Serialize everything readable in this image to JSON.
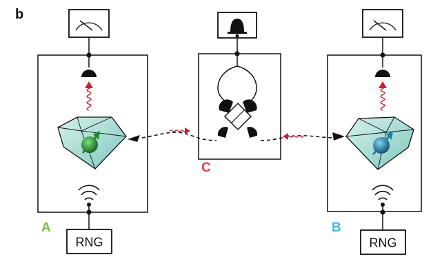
{
  "panel_label": "b",
  "nodes": {
    "a": {
      "label": "A",
      "color": "#7bc142"
    },
    "b": {
      "label": "B",
      "color": "#4ab4e6"
    },
    "c": {
      "label": "C",
      "color": "#e8393a"
    }
  },
  "rng_label": "RNG",
  "colors": {
    "stroke": "#111111",
    "photon": "#c8202f",
    "crystal_fill": "#a9ddd6",
    "spin_a": "#1f8a32",
    "spin_b": "#1f7fa8"
  }
}
